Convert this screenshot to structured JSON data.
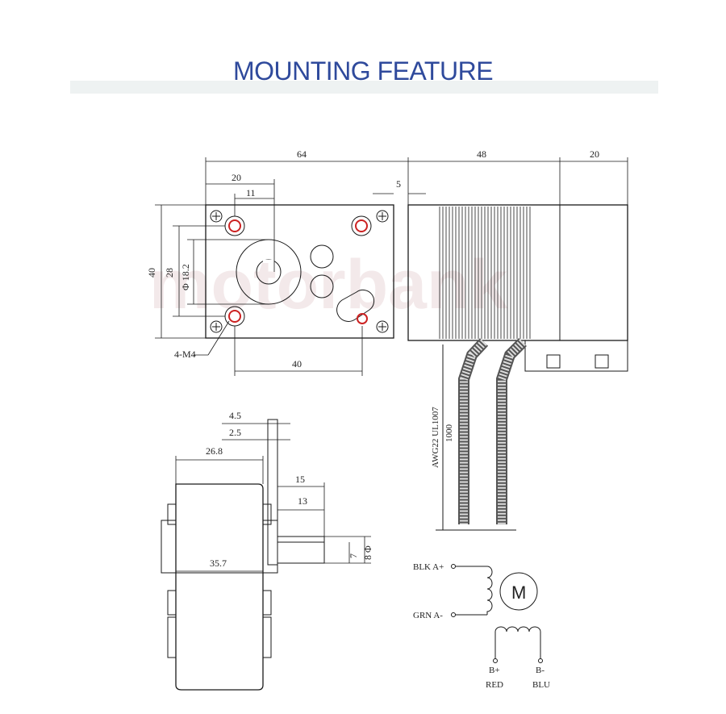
{
  "title": "MOUNTING FEATURE",
  "watermark": "motorbank",
  "colors": {
    "title": "#2f4a9c",
    "line": "#1a1a1a",
    "hole_accent": "#cc2222"
  },
  "front_view": {
    "dims": {
      "width_total": "64",
      "offset_20": "20",
      "offset_11": "11",
      "gap_5": "5",
      "body_48": "48",
      "shaft_20": "20",
      "height_40": "40",
      "height_28": "28",
      "dia_182": "Φ 18.2",
      "hole_spacing_40": "40",
      "holes": "4-M4"
    }
  },
  "cable": {
    "spec": "AWG22 UL1007",
    "length": "1000"
  },
  "side_view": {
    "dims": {
      "d_45": "4.5",
      "d_25": "2.5",
      "d_268": "26.8",
      "d_15": "15",
      "d_13": "13",
      "d_357": "35.7",
      "d_7": "7",
      "d_8": "8 Φ"
    }
  },
  "wiring": {
    "a_plus": "BLK  A+",
    "a_minus": "GRN  A-",
    "motor": "M",
    "b_plus": "B+",
    "b_plus_color": "RED",
    "b_minus": "B-",
    "b_minus_color": "BLU"
  }
}
